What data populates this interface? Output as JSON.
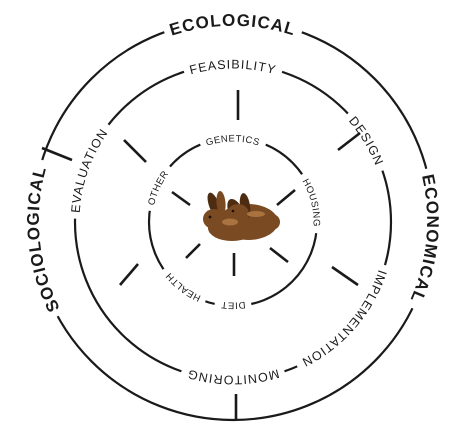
{
  "outer_ring": {
    "labels": [
      "ECOLOGICAL",
      "ECONOMICAL",
      "SOCIOLOGICAL"
    ]
  },
  "middle_ring": {
    "labels": [
      "FEASIBILITY",
      "DESIGN",
      "IMPLEMENTATION",
      "MONITORING",
      "EVALUATION"
    ]
  },
  "inner_ring": {
    "labels": [
      "GENETICS",
      "HOUSING",
      "DIET",
      "HEALTH",
      "OTHER"
    ]
  },
  "center": {
    "icon": "rabbits-icon",
    "colors": {
      "body": "#7a4a22",
      "shade": "#4e2c12",
      "highlight": "#a8733f"
    }
  },
  "colors": {
    "ink": "#1a1a1a",
    "background": "#ffffff"
  }
}
